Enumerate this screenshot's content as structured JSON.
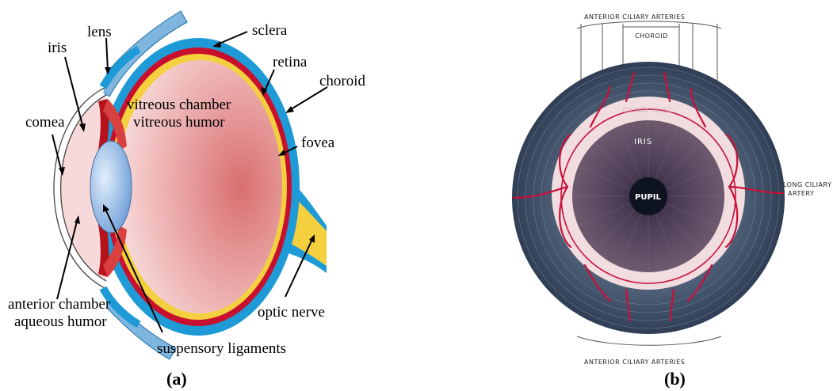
{
  "panel_a": {
    "caption": "(a)",
    "labels": {
      "lens": "lens",
      "iris": "iris",
      "cornea": "comea",
      "sclera": "sclera",
      "retina": "retina",
      "choroid": "choroid",
      "vitreous_chamber": "vitreous chamber",
      "vitreous_humor": "vitreous humor",
      "fovea": "fovea",
      "anterior_chamber": "anterior chamber",
      "aqueous_humor": "aqueous humor",
      "suspensory_ligaments": "suspensory ligaments",
      "optic_nerve": "optic nerve"
    },
    "colors": {
      "sclera": "#1e9ad6",
      "choroid": "#c8102e",
      "retina": "#f4d03f",
      "vitreous": "#e8a3a3",
      "lens": "#a9c8ee",
      "iris": "#b5121b"
    }
  },
  "panel_b": {
    "caption": "(b)",
    "labels": {
      "anterior_ciliary_top": "ANTERIOR CILIARY ARTERIES",
      "choroid": "CHOROID",
      "ciliary_muscle": "CILIARY MUSC.",
      "iris": "IRIS",
      "pupil": "PUPIL",
      "long_ciliary_1": "LONG CILIARY",
      "long_ciliary_2": "ARTERY",
      "anterior_ciliary_bottom": "ANTERIOR CILIARY ARTERIES"
    },
    "colors": {
      "outer": "#3d4f66",
      "ring": "#f1dde0",
      "iris": "#5a4a5e",
      "pupil": "#0d1420",
      "artery": "#c8103a"
    }
  }
}
